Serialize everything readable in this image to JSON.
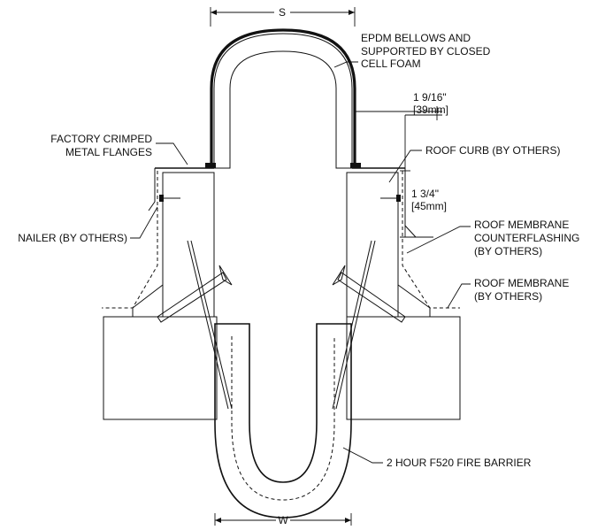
{
  "dimensions": {
    "top_width": "S",
    "bottom_width": "W",
    "flange_offset": "1 9/16\"",
    "flange_offset_metric": "[39mm]",
    "curb_offset": "1 3/4\"",
    "curb_offset_metric": "[45mm]"
  },
  "callouts": {
    "bellows_line1": "EPDM BELLOWS AND",
    "bellows_line2": "SUPPORTED BY CLOSED",
    "bellows_line3": "CELL FOAM",
    "flanges_line1": "FACTORY CRIMPED",
    "flanges_line2": "METAL FLANGES",
    "roof_curb": "ROOF CURB (BY OTHERS)",
    "nailer": "NAILER (BY OTHERS)",
    "counterflashing_line1": "ROOF MEMBRANE",
    "counterflashing_line2": "COUNTERFLASHING",
    "counterflashing_line3": "(BY OTHERS)",
    "membrane_line1": "ROOF MEMBRANE",
    "membrane_line2": "(BY OTHERS)",
    "fire_barrier": "2 HOUR F520 FIRE BARRIER"
  },
  "colors": {
    "line": "#111111",
    "background": "#ffffff"
  }
}
